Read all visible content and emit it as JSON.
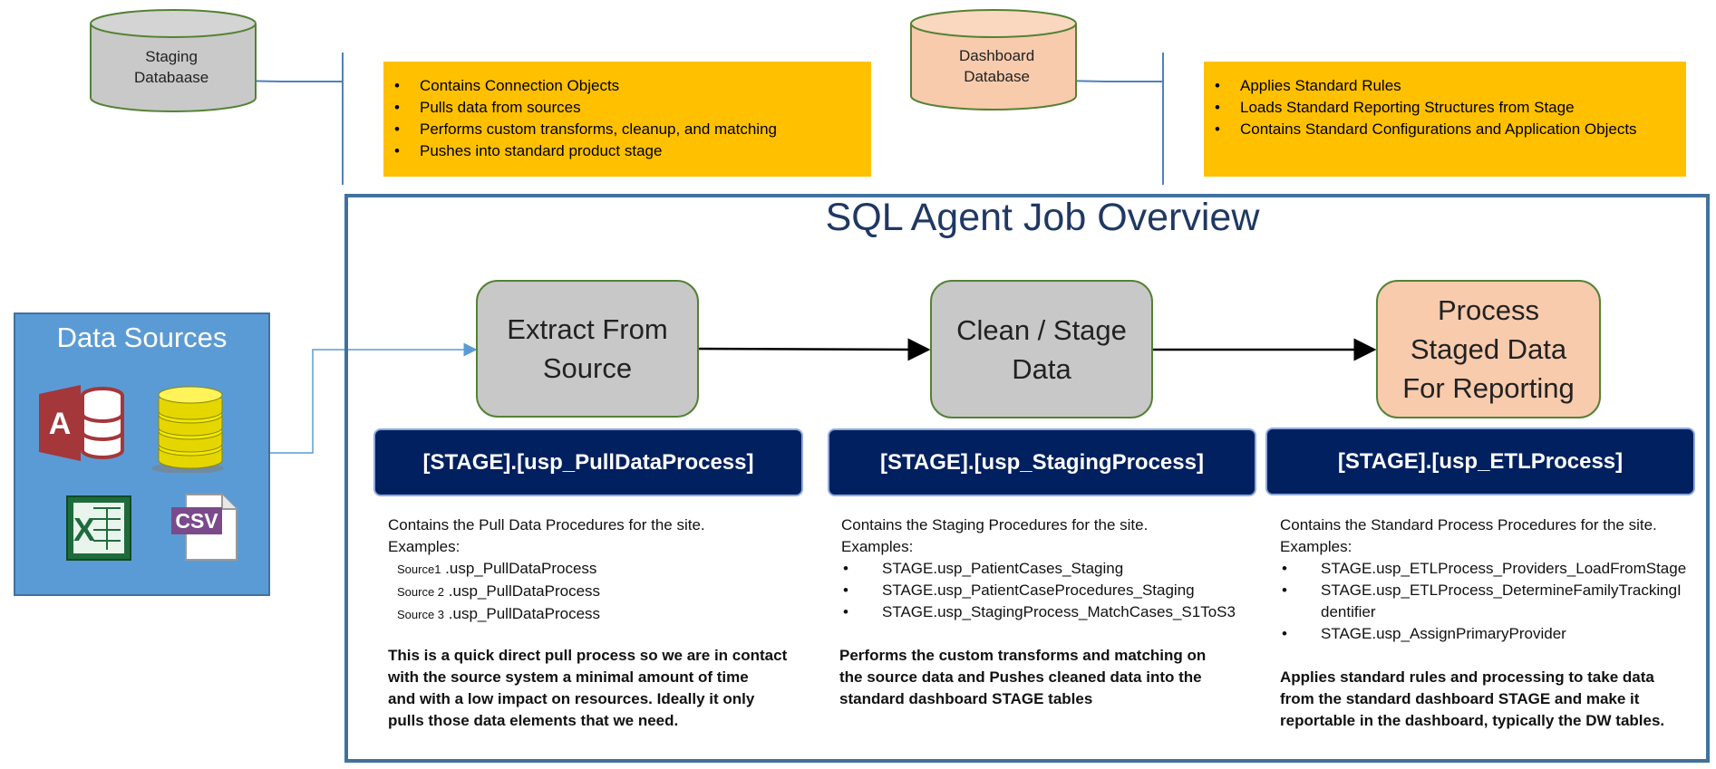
{
  "staging_db": {
    "label": "Staging\nDatabaase"
  },
  "dashboard_db": {
    "label": "Dashboard\nDatabase"
  },
  "staging_notes": [
    "Contains Connection Objects",
    "Pulls data from sources",
    "Performs custom transforms, cleanup, and matching",
    "Pushes into standard product stage"
  ],
  "dashboard_notes": [
    "Applies Standard Rules",
    "Loads Standard Reporting Structures from Stage",
    "Contains Standard Configurations and Application Objects"
  ],
  "title": "SQL Agent Job Overview",
  "data_sources": {
    "title": "Data Sources",
    "icons": [
      "access-icon",
      "database-icon",
      "excel-icon",
      "csv-icon"
    ],
    "csv_label": "CSV"
  },
  "steps": [
    {
      "process": "Extract From\nSource",
      "procedure": "[STAGE].[usp_PullDataProcess]",
      "intro": [
        "Contains the Pull Data Procedures for the site.",
        "Examples:"
      ],
      "sources": [
        {
          "prefix": "Source1",
          "name": ".usp_PullDataProcess"
        },
        {
          "prefix": "Source 2",
          "name": ".usp_PullDataProcess"
        },
        {
          "prefix": "Source 3",
          "name": ".usp_PullDataProcess"
        }
      ],
      "summary": [
        "This is a quick direct pull process so we are in contact",
        "with the source system a minimal amount of time",
        "and with a low impact on resources. Ideally it only",
        "pulls those data elements that we need."
      ]
    },
    {
      "process": "Clean / Stage\nData",
      "procedure": "[STAGE].[usp_StagingProcess]",
      "intro": [
        "Contains the Staging Procedures for the site.",
        "Examples:"
      ],
      "examples": [
        "STAGE.usp_PatientCases_Staging",
        "STAGE.usp_PatientCaseProcedures_Staging",
        "STAGE.usp_StagingProcess_MatchCases_S1ToS3"
      ],
      "summary": [
        "Performs the custom transforms and matching on",
        "the source data and Pushes cleaned data into the",
        "standard dashboard STAGE tables"
      ]
    },
    {
      "process": "Process\nStaged Data\nFor Reporting",
      "procedure": "[STAGE].[usp_ETLProcess]",
      "intro": [
        "Contains the Standard Process Procedures for the site.",
        "Examples:"
      ],
      "examples": [
        "STAGE.usp_ETLProcess_Providers_LoadFromStage",
        "STAGE.usp_ETLProcess_DetermineFamilyTrackingI\ndentifier",
        "STAGE.usp_AssignPrimaryProvider"
      ],
      "summary": [
        "Applies standard rules and processing to take data",
        "from the standard dashboard STAGE and make it",
        "reportable in the dashboard, typically the DW tables."
      ]
    }
  ],
  "colors": {
    "frame": "#41719C",
    "title": "#1F3864",
    "banner": "#002060",
    "note": "#FFC000",
    "gray_box": "#C8C8C8",
    "peach_box": "#F8CBAD",
    "data_sources": "#5B9BD5"
  }
}
